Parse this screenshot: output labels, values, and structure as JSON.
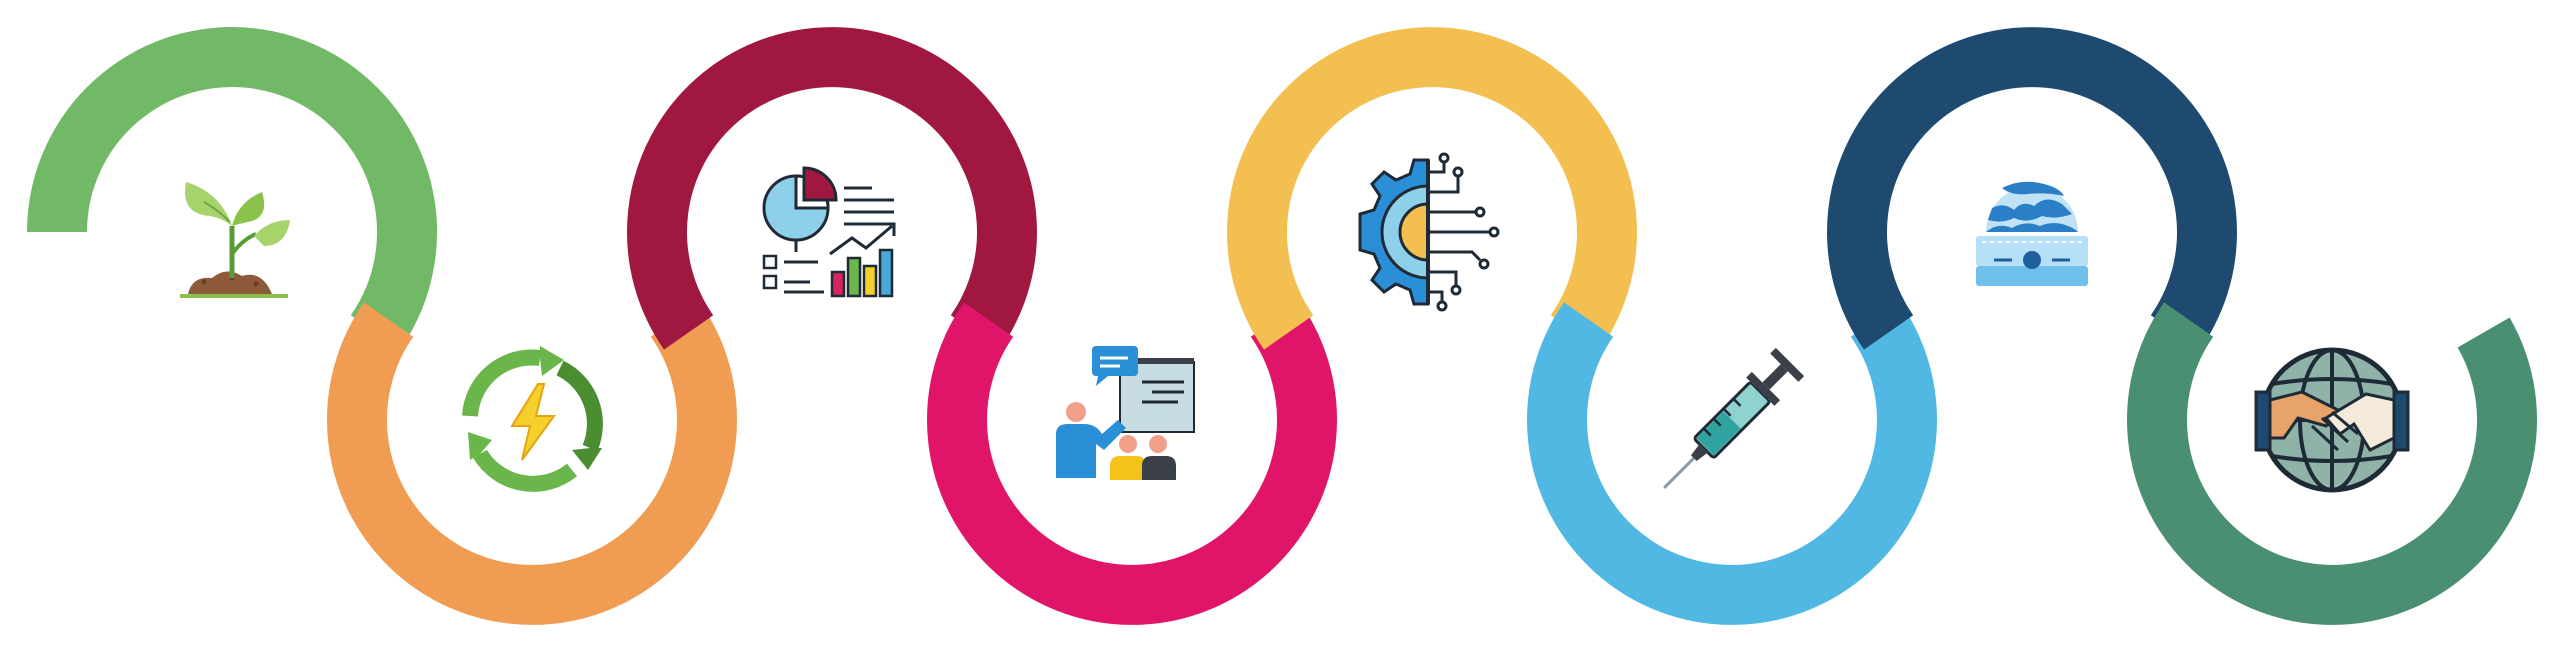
{
  "diagram": {
    "colors": {
      "background": "#ffffff",
      "outline": "#1e2a36"
    },
    "segments": [
      {
        "id": "green",
        "color": "#72b967"
      },
      {
        "id": "orange",
        "color": "#f09c52"
      },
      {
        "id": "crimson",
        "color": "#a01840"
      },
      {
        "id": "magenta",
        "color": "#e0156a"
      },
      {
        "id": "yellow",
        "color": "#f2bf50"
      },
      {
        "id": "sky-blue",
        "color": "#50b8e3"
      },
      {
        "id": "navy",
        "color": "#1e4a70"
      },
      {
        "id": "teal-green",
        "color": "#4a8f72"
      }
    ],
    "icons": [
      {
        "name": "seedling-icon"
      },
      {
        "name": "renewable-energy-cycle-icon"
      },
      {
        "name": "data-analytics-report-icon"
      },
      {
        "name": "training-presentation-icon"
      },
      {
        "name": "gear-circuit-technology-icon"
      },
      {
        "name": "syringe-icon"
      },
      {
        "name": "earth-hologram-projector-icon"
      },
      {
        "name": "global-handshake-icon"
      }
    ]
  }
}
